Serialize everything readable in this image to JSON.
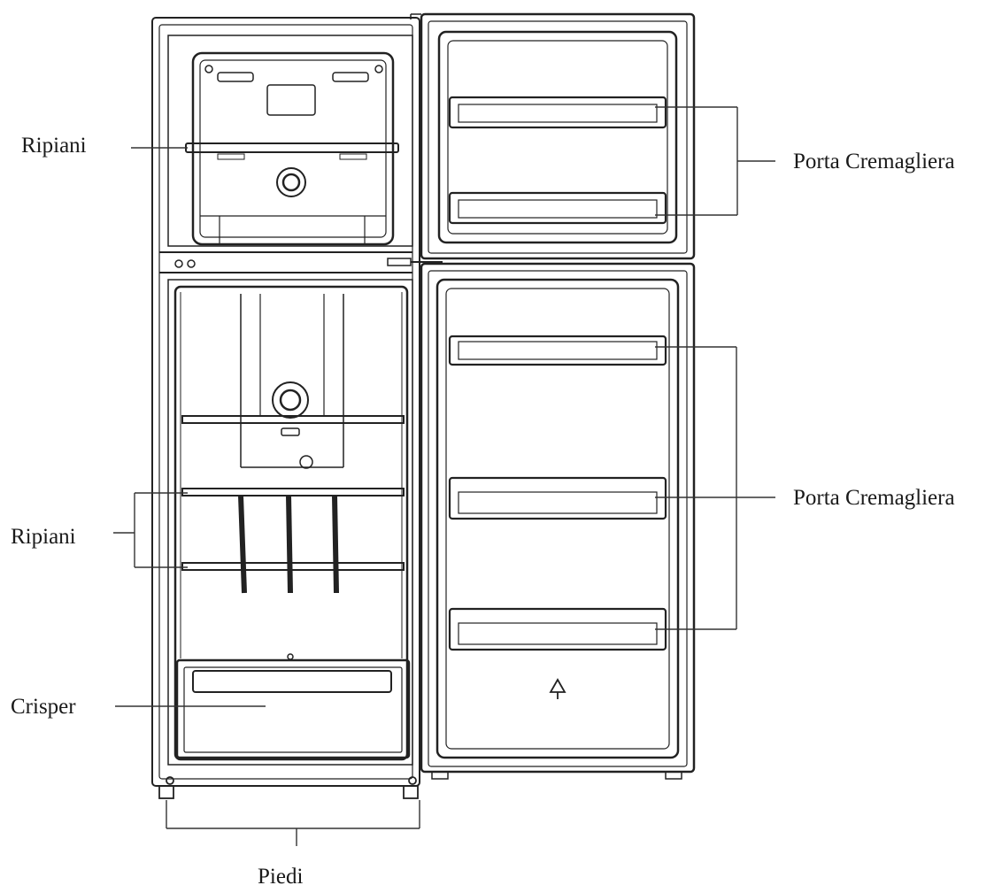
{
  "labels": {
    "freezer_shelf": "Ripiani",
    "freezer_door_rack": "Porta Cremagliera",
    "fridge_door_rack": "Porta Cremagliera",
    "fridge_shelves": "Ripiani",
    "crisper": "Crisper",
    "feet": "Piedi"
  }
}
